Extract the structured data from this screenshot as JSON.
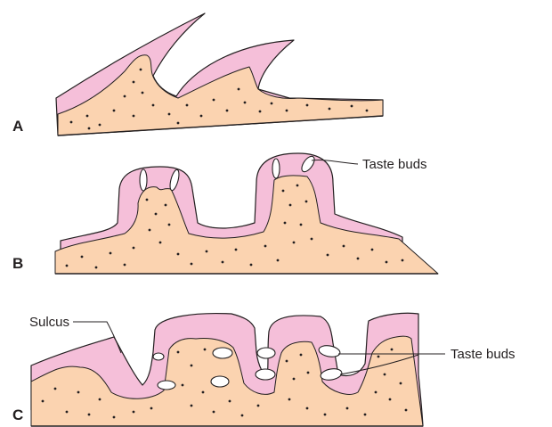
{
  "panels": [
    {
      "label": "A"
    },
    {
      "label": "B",
      "callout": "Taste buds"
    },
    {
      "label": "C",
      "callout_sulcus": "Sulcus",
      "callout_taste_buds": "Taste buds"
    }
  ],
  "colors": {
    "epithelium": "#f5bfd9",
    "connective_tissue": "#fbd3b0",
    "outline": "#231f20",
    "taste_bud": "#ffffff"
  }
}
